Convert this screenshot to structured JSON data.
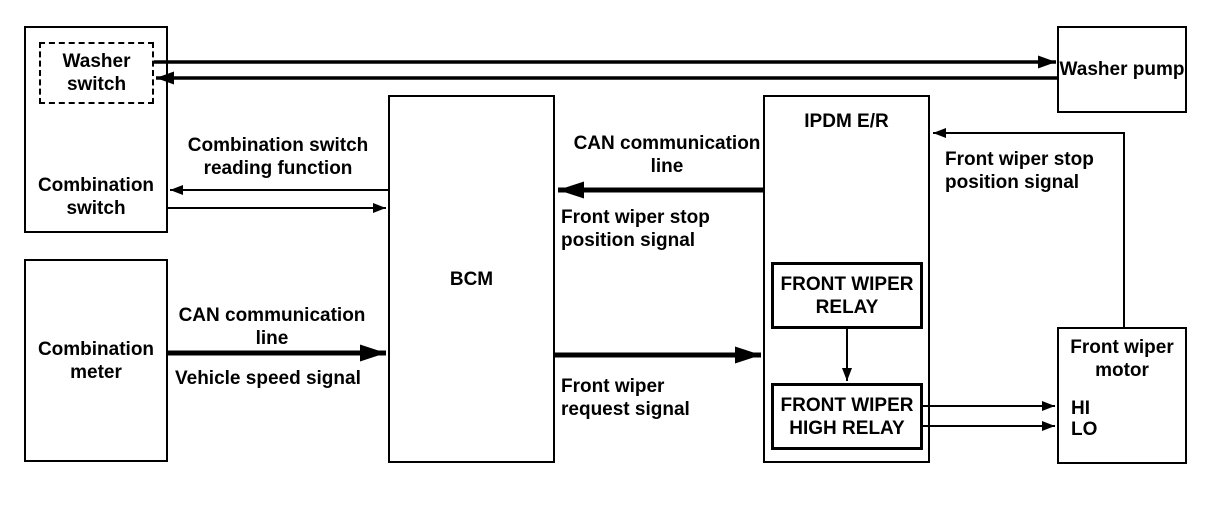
{
  "colors": {
    "background": "#ffffff",
    "lines": "#000000",
    "text": "#000000"
  },
  "boxes": {
    "combination_switch": {
      "line1": "Combination",
      "line2": "switch"
    },
    "washer_switch": {
      "line1": "Washer",
      "line2": "switch"
    },
    "combination_meter": {
      "line1": "Combination",
      "line2": "meter"
    },
    "bcm": {
      "label": "BCM"
    },
    "ipdm": {
      "label": "IPDM E/R"
    },
    "front_wiper_relay": {
      "line1": "FRONT WIPER",
      "line2": "RELAY"
    },
    "front_wiper_high_relay": {
      "line1": "FRONT WIPER",
      "line2": "HIGH RELAY"
    },
    "washer_pump": {
      "label": "Washer pump"
    },
    "front_wiper_motor": {
      "line1": "Front wiper",
      "line2": "motor",
      "hi_label": "HI",
      "lo_label": "LO"
    }
  },
  "labels": {
    "combination_switch_reading": {
      "line1": "Combination switch",
      "line2": "reading function"
    },
    "can_line_left": {
      "line1": "CAN communication",
      "line2": "line"
    },
    "vehicle_speed": {
      "text": "Vehicle speed signal"
    },
    "can_line_right": {
      "line1": "CAN communication",
      "line2": "line"
    },
    "front_wiper_stop_center": {
      "line1": "Front wiper stop",
      "line2": "position signal"
    },
    "front_wiper_request": {
      "line1": "Front wiper",
      "line2": "request signal"
    },
    "front_wiper_stop_right": {
      "line1": "Front wiper stop",
      "line2": "position signal"
    }
  },
  "connections": [
    {
      "from": "Washer switch",
      "to": "Washer pump",
      "style": "medium"
    },
    {
      "from": "Washer pump",
      "to": "Washer switch",
      "style": "medium"
    },
    {
      "from": "BCM",
      "to": "Combination switch",
      "signal": "Combination switch reading function",
      "style": "thin"
    },
    {
      "from": "Combination switch",
      "to": "BCM",
      "signal": "Combination switch reading function",
      "style": "thin"
    },
    {
      "from": "Combination meter",
      "to": "BCM",
      "signal": "CAN communication line - Vehicle speed signal",
      "style": "thick"
    },
    {
      "from": "IPDM E/R",
      "to": "BCM",
      "signal": "CAN communication line - Front wiper stop position signal",
      "style": "thick"
    },
    {
      "from": "BCM",
      "to": "IPDM E/R",
      "signal": "Front wiper request signal",
      "style": "thick"
    },
    {
      "from": "FRONT WIPER RELAY",
      "to": "FRONT WIPER HIGH RELAY",
      "style": "thin"
    },
    {
      "from": "FRONT WIPER HIGH RELAY",
      "to": "Front wiper motor HI",
      "style": "thin"
    },
    {
      "from": "FRONT WIPER HIGH RELAY",
      "to": "Front wiper motor LO",
      "style": "thin"
    },
    {
      "from": "Front wiper motor",
      "to": "IPDM E/R",
      "signal": "Front wiper stop position signal",
      "style": "thin"
    }
  ]
}
